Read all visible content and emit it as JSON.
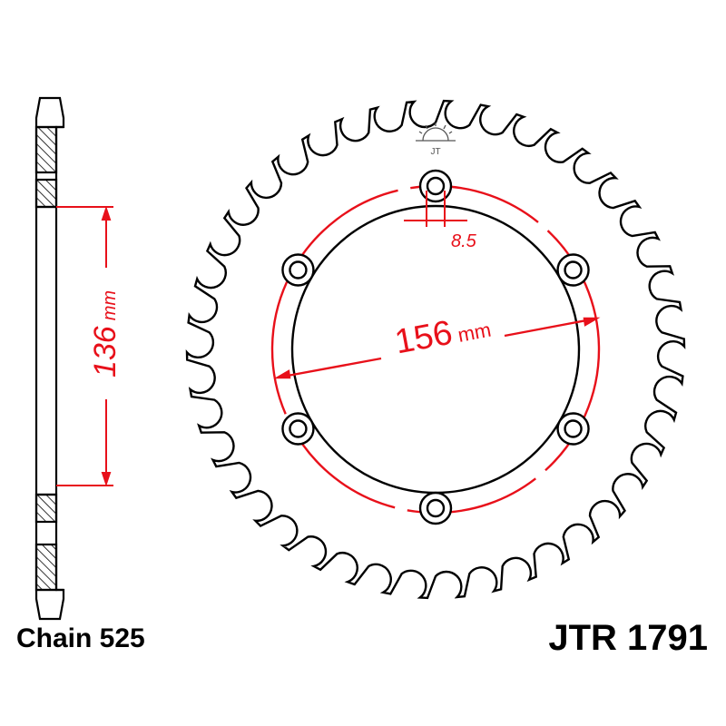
{
  "part_number": "JTR 1791",
  "chain_label": "Chain 525",
  "dimensions": {
    "bolt_circle": {
      "value": "156",
      "unit": "mm"
    },
    "center_bore": {
      "value": "136",
      "unit": "mm"
    },
    "bolt_hole": {
      "value": "8.5"
    }
  },
  "bolt_holes": 6,
  "logo_text": "JT",
  "colors": {
    "outline": "#000000",
    "dimension": "#e8101a"
  }
}
